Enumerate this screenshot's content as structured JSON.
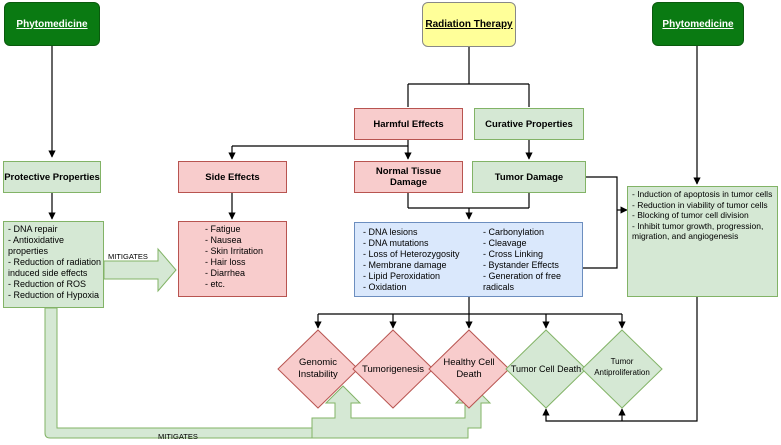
{
  "nodes": {
    "phyto_left": "Phytomedicine",
    "radiation": "Radiation Therapy",
    "phyto_right": "Phytomedicine",
    "harmful": "Harmful Effects",
    "curative": "Curative Properties",
    "protective": "Protective Properties",
    "side_effects": "Side Effects",
    "normal_tissue": "Normal Tissue Damage",
    "tumor_damage": "Tumor Damage"
  },
  "protective_list": [
    "- DNA repair",
    "- Antioxidative",
    "properties",
    "- Reduction of radiation",
    "induced side effects",
    "- Reduction of ROS",
    "- Reduction of Hypoxia"
  ],
  "side_effects_list": [
    "- Fatigue",
    "- Nausea",
    "- Skin Irritation",
    "- Hair loss",
    "- Diarrhea",
    "- etc."
  ],
  "damage_list_left": [
    "- DNA lesions",
    "- DNA mutations",
    "- Loss of Heterozygosity",
    "- Membrane damage",
    "- Lipid Peroxidation",
    "- Oxidation"
  ],
  "damage_list_right": [
    "- Carbonylation",
    "- Cleavage",
    "- Cross Linking",
    "- Bystander Effects",
    "- Generation of free",
    "radicals"
  ],
  "tumor_list": [
    "- Induction of apoptosis in tumor cells",
    "- Reduction in viability of tumor cells",
    "- Blocking of tumor cell division",
    "- Inhibit tumor growth, progression, migration, and angiogenesis"
  ],
  "outcomes": {
    "genomic": [
      "Genomic",
      "Instability"
    ],
    "tumorigenesis": [
      "Tumorigenesis"
    ],
    "healthy": [
      "Healthy Cell",
      "Death"
    ],
    "tumor_death": [
      "Tumor Cell Death"
    ],
    "antiprolif": [
      "Tumor",
      "Antiproliferation"
    ]
  },
  "labels": {
    "mitigates_top": "MITIGATES",
    "mitigates_bottom": "MITIGATES"
  },
  "colors": {
    "dark_green": "#0a7a12",
    "yellow": "#ffff99",
    "pink": "#f8cccc",
    "light_green": "#d5e8d4",
    "blue": "#dae8fc"
  }
}
